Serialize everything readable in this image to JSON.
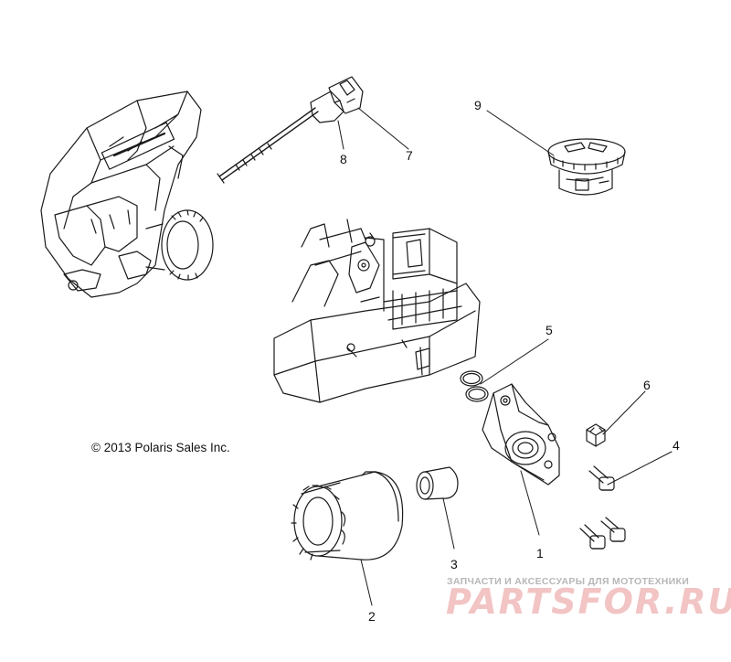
{
  "callouts": [
    {
      "id": "1",
      "label": "1"
    },
    {
      "id": "2",
      "label": "2"
    },
    {
      "id": "3",
      "label": "3"
    },
    {
      "id": "4",
      "label": "4"
    },
    {
      "id": "5",
      "label": "5"
    },
    {
      "id": "6",
      "label": "6"
    },
    {
      "id": "7",
      "label": "7"
    },
    {
      "id": "8",
      "label": "8"
    },
    {
      "id": "9",
      "label": "9"
    }
  ],
  "copyright": "© 2013 Polaris Sales Inc.",
  "watermark": {
    "subtitle": "ЗАПЧАСТИ И АКСЕССУАРЫ ДЛЯ МОТОТЕХНИКИ",
    "logo": "PARTSFOR.RU"
  },
  "colors": {
    "line": "#1a1a1a",
    "watermark_logo": "#f2c4c4",
    "watermark_text": "#b7b7b7"
  }
}
